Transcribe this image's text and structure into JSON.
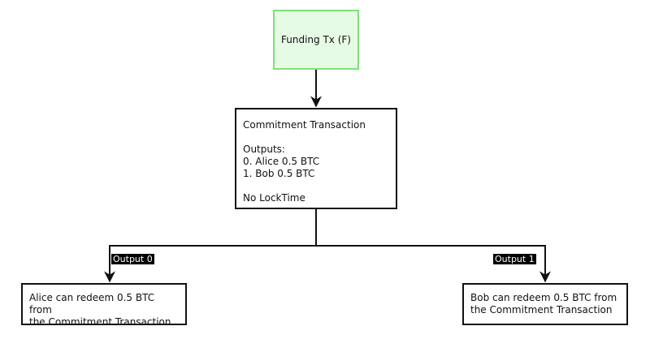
{
  "funding": {
    "label": "Funding Tx (F)"
  },
  "commitment": {
    "title": "Commitment Transaction",
    "outputs_header": "Outputs:",
    "outputs": [
      "0. Alice 0.5 BTC",
      "1. Bob 0.5 BTC"
    ],
    "locktime": "No LockTime"
  },
  "edges": {
    "output0": "Output 0",
    "output1": "Output 1"
  },
  "alice": {
    "line1": "Alice can redeem 0.5 BTC from",
    "line2": "the Commitment Transaction"
  },
  "bob": {
    "line1": "Bob can redeem 0.5 BTC from",
    "line2": "the Commitment Transaction"
  },
  "colors": {
    "funding_fill": "#e6fbe4",
    "funding_border": "#7fe07a",
    "stroke": "#111111"
  }
}
